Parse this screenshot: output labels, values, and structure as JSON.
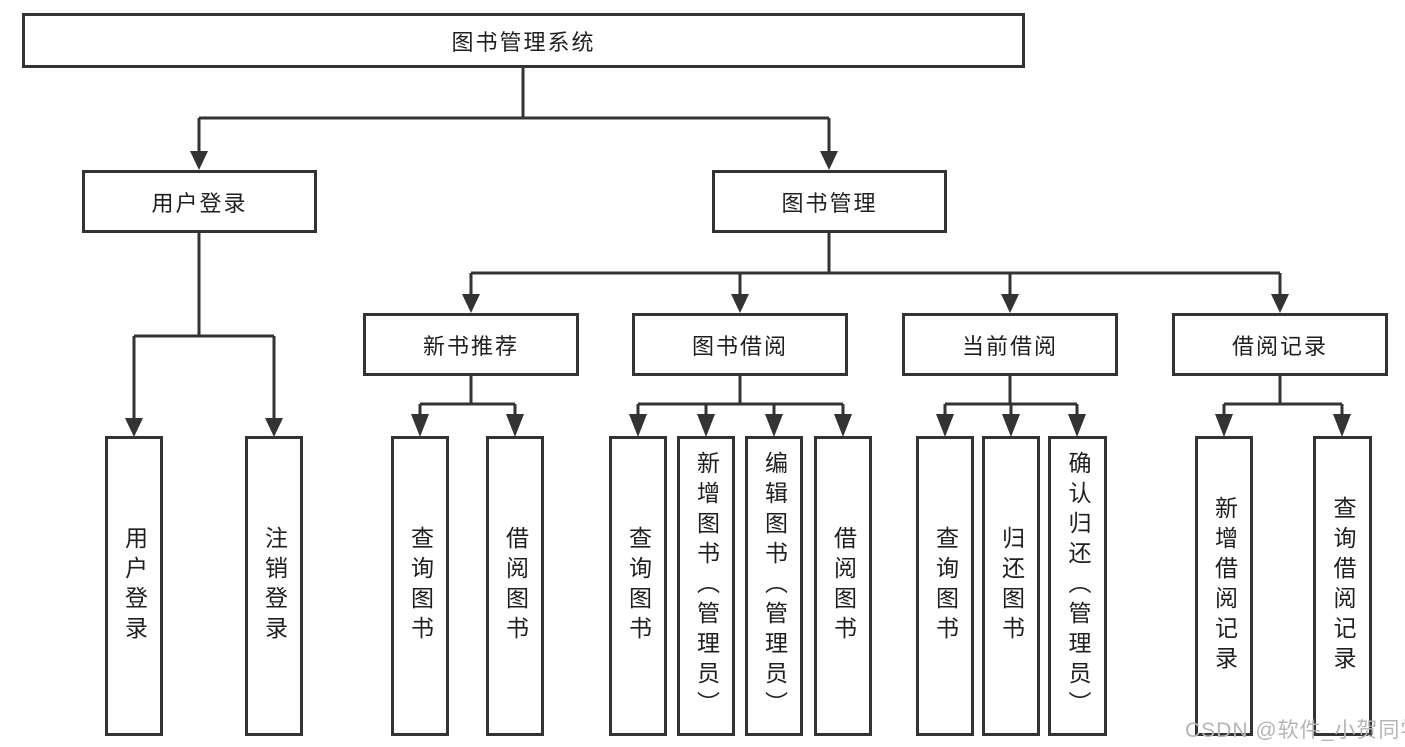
{
  "diagram": {
    "root": {
      "label": "图书管理系统"
    },
    "level2": {
      "user_login": {
        "label": "用户登录"
      },
      "book_mgmt": {
        "label": "图书管理"
      }
    },
    "level3": {
      "new_books": {
        "label": "新书推荐"
      },
      "borrow": {
        "label": "图书借阅"
      },
      "current": {
        "label": "当前借阅"
      },
      "records": {
        "label": "借阅记录"
      }
    },
    "leaves": {
      "login": {
        "label": "用户登录"
      },
      "logout": {
        "label": "注销登录"
      },
      "nb_query": {
        "label": "查询图书"
      },
      "nb_borrow": {
        "label": "借阅图书"
      },
      "bb_query": {
        "label": "查询图书"
      },
      "bb_add": {
        "label": "新增图书（管理员）"
      },
      "bb_edit": {
        "label": "编辑图书（管理员）"
      },
      "bb_borrow": {
        "label": "借阅图书"
      },
      "cb_query": {
        "label": "查询图书"
      },
      "cb_return": {
        "label": "归还图书"
      },
      "cb_confirm": {
        "label": "确认归还（管理员）"
      },
      "br_add": {
        "label": "新增借阅记录"
      },
      "br_query": {
        "label": "查询借阅记录"
      }
    }
  },
  "watermark": {
    "text": "CSDN @软件_小贺同学"
  },
  "colors": {
    "line": "#333333",
    "text": "#1f1f1f",
    "watermark": "#b5b5b5",
    "bg": "#ffffff"
  }
}
